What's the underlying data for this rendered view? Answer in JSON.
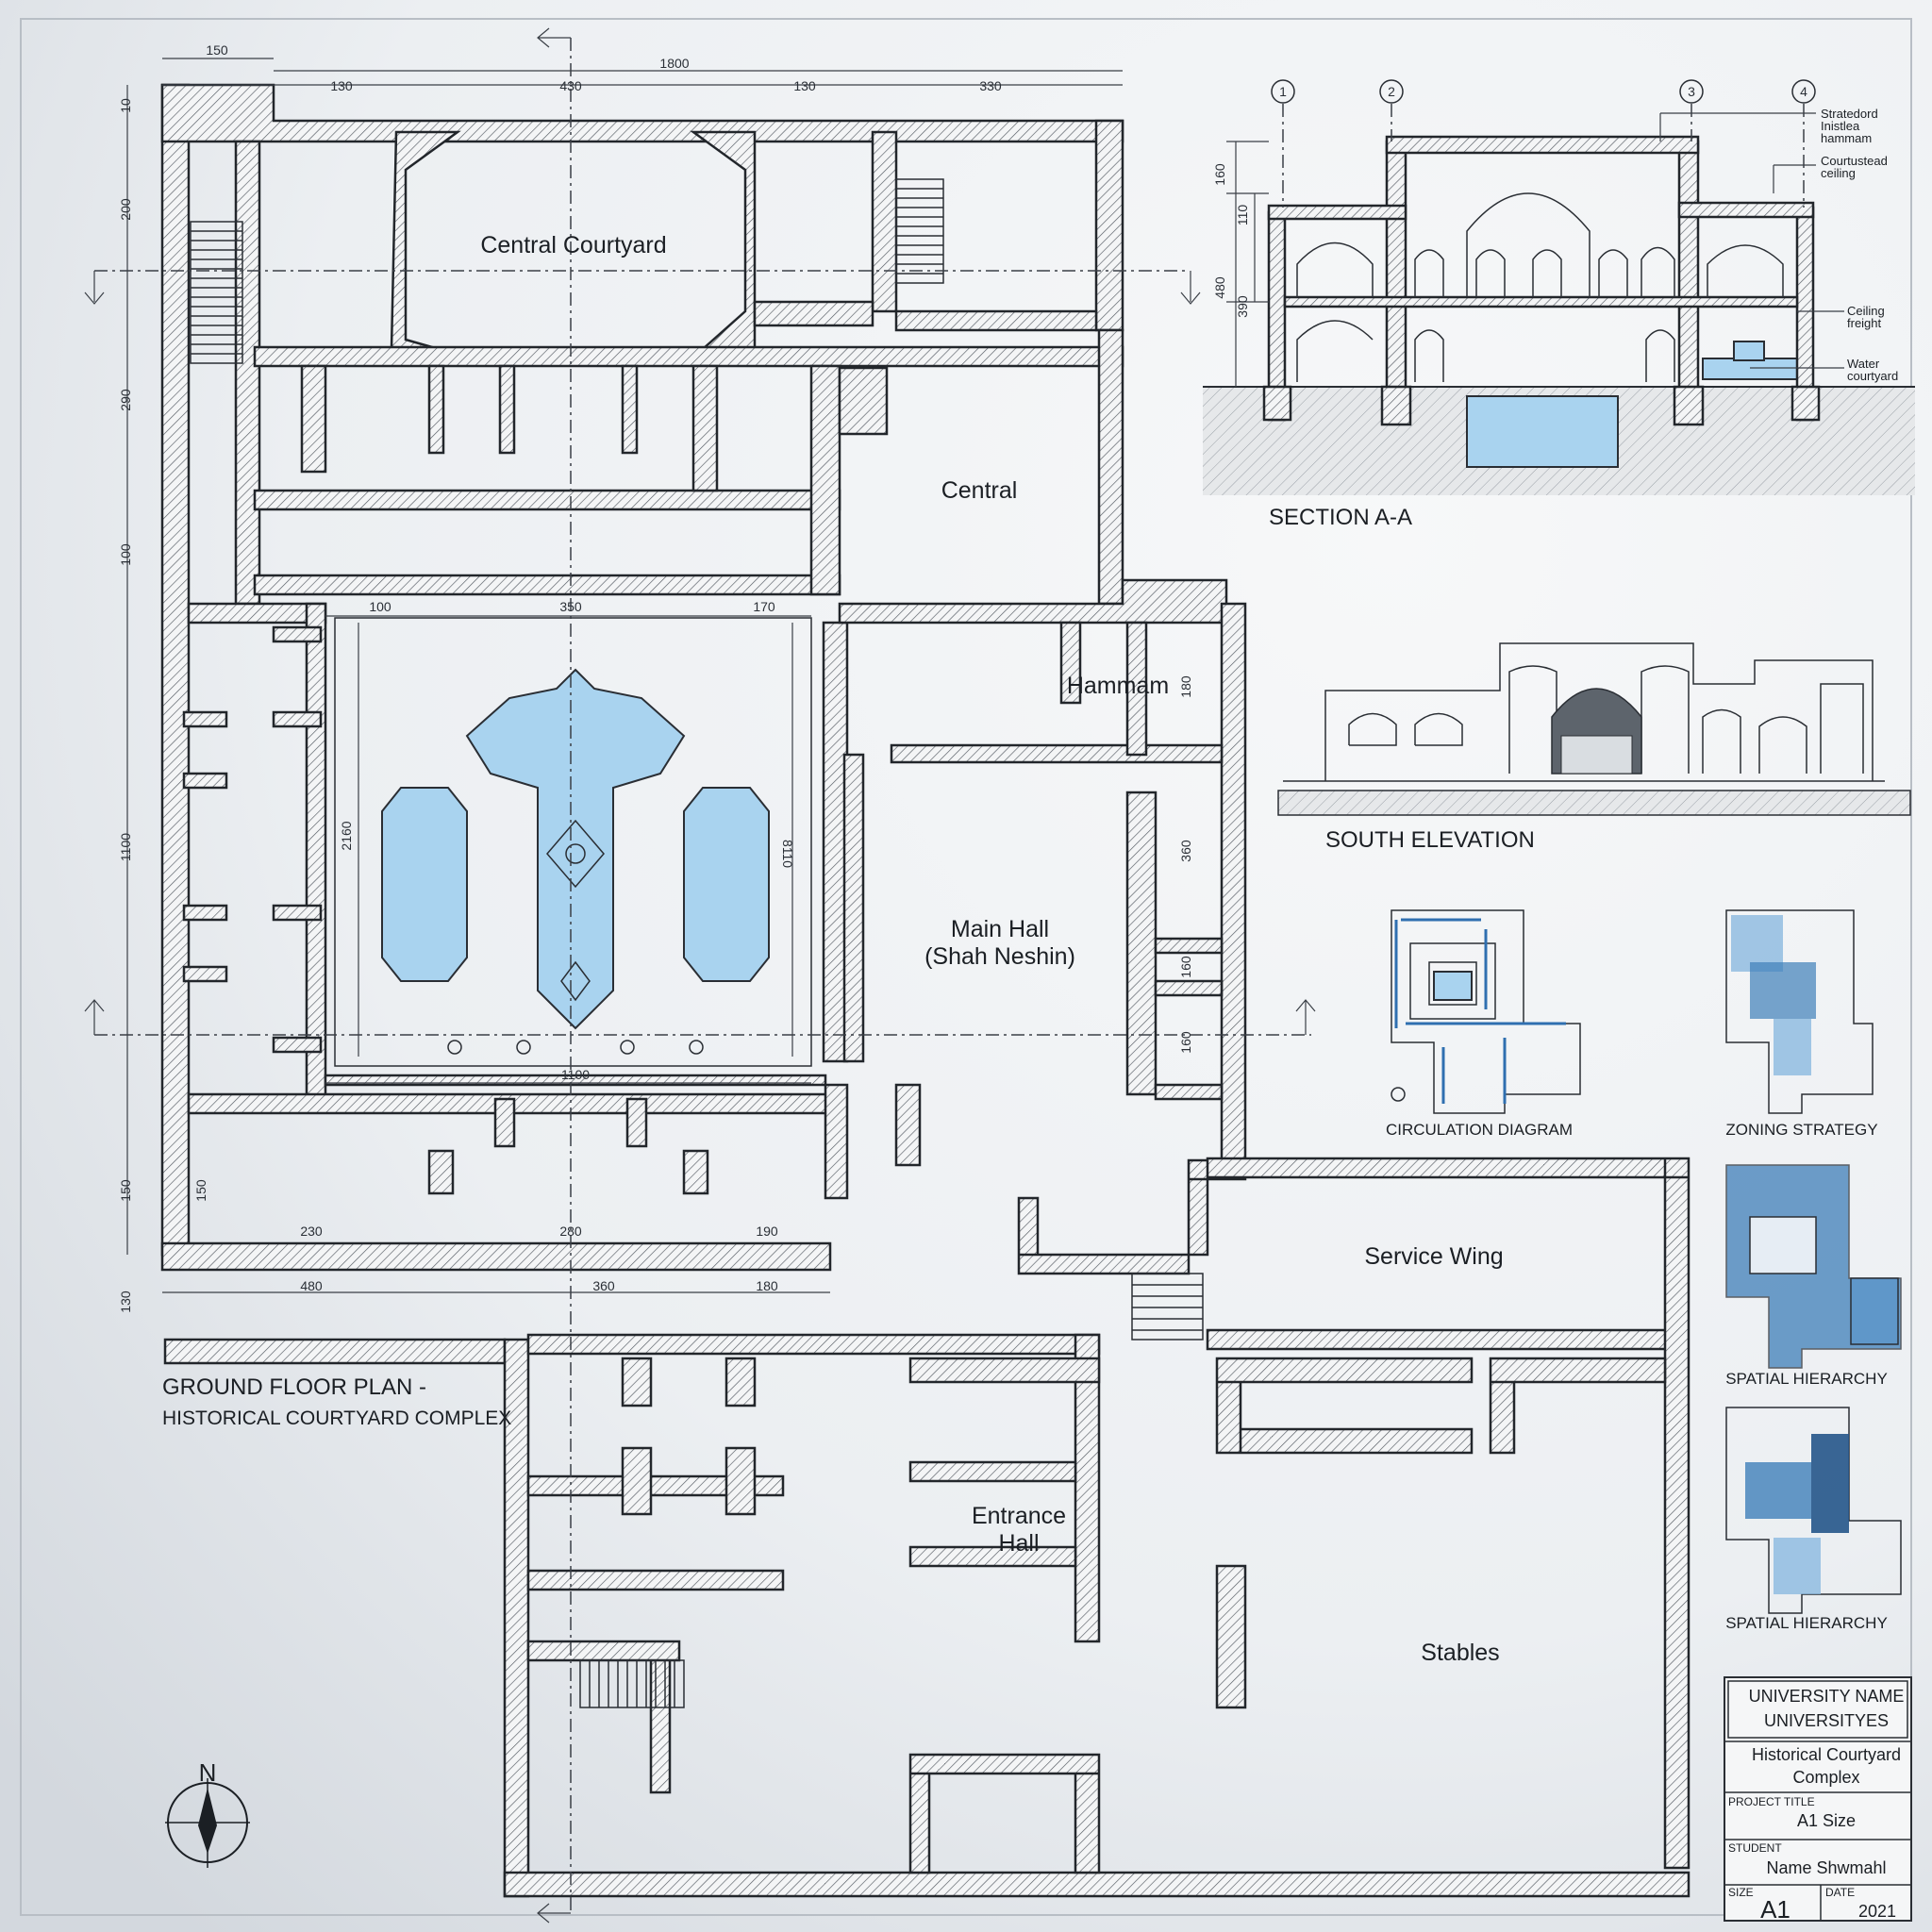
{
  "plan": {
    "title_line1": "GROUND FLOOR PLAN -",
    "title_line2": "HISTORICAL COURTYARD COMPLEX",
    "north_label": "N",
    "rooms": {
      "central_courtyard": "Central Courtyard",
      "central": "Central",
      "hammam": "Hammam",
      "main_hall_1": "Main Hall",
      "main_hall_2": "(Shah Neshin)",
      "service_wing": "Service Wing",
      "entrance_hall_1": "Entrance",
      "entrance_hall_2": "Hall",
      "stables": "Stables"
    },
    "dims_top": [
      "150",
      "1800",
      "130",
      "430",
      "130",
      "330"
    ],
    "dims_left": [
      "10",
      "200",
      "290",
      "100",
      "1100",
      "150",
      "130"
    ],
    "dims_court_top": [
      "100",
      "350",
      "170"
    ],
    "dims_court_side": [
      "2160",
      "8110"
    ],
    "dims_court_bottom": "1100",
    "dims_south_wing": [
      "150",
      "230",
      "280",
      "190"
    ],
    "dims_below": [
      "480",
      "360",
      "180"
    ],
    "dims_hall": [
      "180",
      "360",
      "160",
      "160"
    ]
  },
  "section": {
    "title": "SECTION A-A",
    "grid": [
      "1",
      "2",
      "3",
      "4"
    ],
    "levels": [
      "160",
      "110",
      "480",
      "390"
    ],
    "notes": [
      [
        "Stratedord",
        "Inistlea",
        "hammam"
      ],
      [
        "Courtustead",
        "ceiling"
      ],
      [
        "Ceiling",
        "freight"
      ],
      [
        "Water",
        "courtyard"
      ]
    ]
  },
  "elevation": {
    "title": "SOUTH ELEVATION"
  },
  "diagrams": {
    "circulation": "CIRCULATION DIAGRAM",
    "zoning": "ZONING STRATEGY",
    "hierarchy_1": "SPATIAL HIERARCHY",
    "hierarchy_2": "SPATIAL HIERARCHY"
  },
  "title_block": {
    "university_1": "UNIVERSITY NAME",
    "university_2": "UNIVERSITYES",
    "project_1": "Historical Courtyard",
    "project_2": "Complex",
    "project_label": "PROJECT TITLE",
    "project_value": "A1 Size",
    "student_label": "STUDENT",
    "student_value": "Name Shwmahl",
    "size_label": "SIZE",
    "size_value": "A1",
    "date_label": "DATE",
    "date_value": "2021"
  },
  "colors": {
    "water": "#a9d3ef",
    "zone_dark": "#3f7fb9",
    "zone_light": "#8bb9e0"
  }
}
